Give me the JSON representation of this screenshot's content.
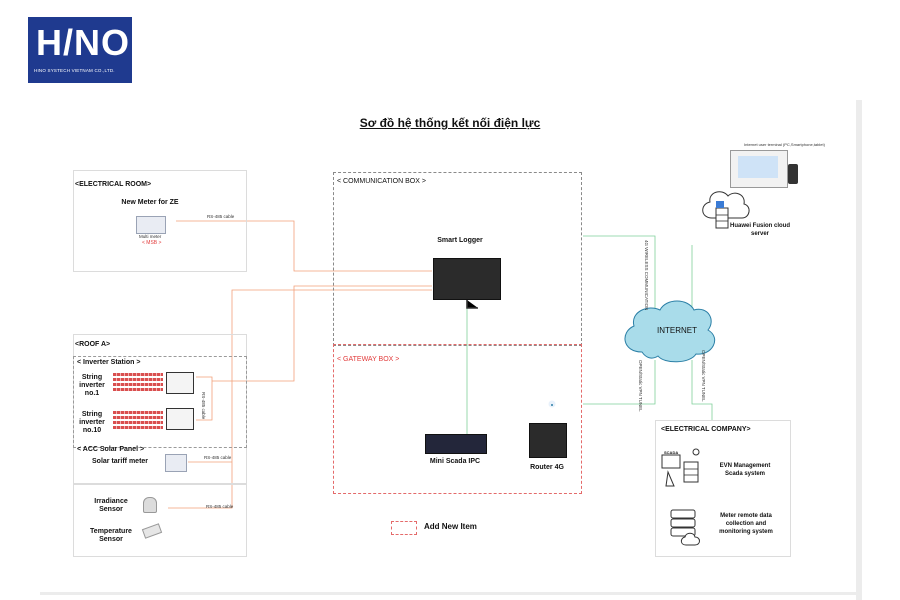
{
  "logo": {
    "main": "H/NO",
    "subtitle": "HINO SYSTECH VIETNAM CO.,LTD."
  },
  "title": "Sơ đồ hệ thống kết nối điện lực",
  "electrical_room": {
    "label": "<ELECTRICAL ROOM>",
    "meter_title": "New Meter for ZE",
    "meter_sub": "Multi meter",
    "msb": "< MSB >",
    "cable": "RS-485 cable"
  },
  "roof": {
    "label": "<ROOF A>",
    "inverter_station": "< Inverter Station >",
    "inverter_1": "String inverter no.1",
    "inverter_10": "String inverter no.10",
    "inverter_cable": "RS-485 cable",
    "acc_panel": "< ACC Solar Panel >",
    "tariff_meter": "Solar tariff meter",
    "tariff_cable": "RS-485 cable"
  },
  "sensors": {
    "irradiance": "Irradiance Sensor",
    "temperature": "Temperature Sensor",
    "cable": "RS-485 cable"
  },
  "communication_box": {
    "label": "< COMMUNICATION BOX >",
    "smart_logger": "Smart Logger"
  },
  "gateway_box": {
    "label": "< GATEWAY BOX >",
    "mini_scada": "Mini Scada IPC",
    "router": "Router 4G"
  },
  "internet": {
    "label": "INTERNET",
    "link_cloud": "4G WIRELESS COMMUNICATION",
    "link_router": "OPEN/Static VPN TUNEL",
    "link_company": "OPEN/Static VPN TUNEL"
  },
  "cloud": {
    "terminal_label": "Internet user terminal (PC,Smartphone,tablet)",
    "server_label": "Huawei Fusion cloud server"
  },
  "electrical_company": {
    "label": "<ELECTRICAL COMPANY>",
    "scada_tag": "SCADA",
    "evn": "EVN Management Scada system",
    "meter_remote": "Meter remote data collection and monitoring system"
  },
  "legend": {
    "add_new_item": "Add New Item"
  },
  "colors": {
    "brand": "#1f3a8f",
    "rs485_line": "#f2a07a",
    "network_line": "#7fd09a",
    "gateway_border": "#e46a6a",
    "cloud_fill": "#a9dcea",
    "cloud_stroke": "#2b7fa6"
  }
}
